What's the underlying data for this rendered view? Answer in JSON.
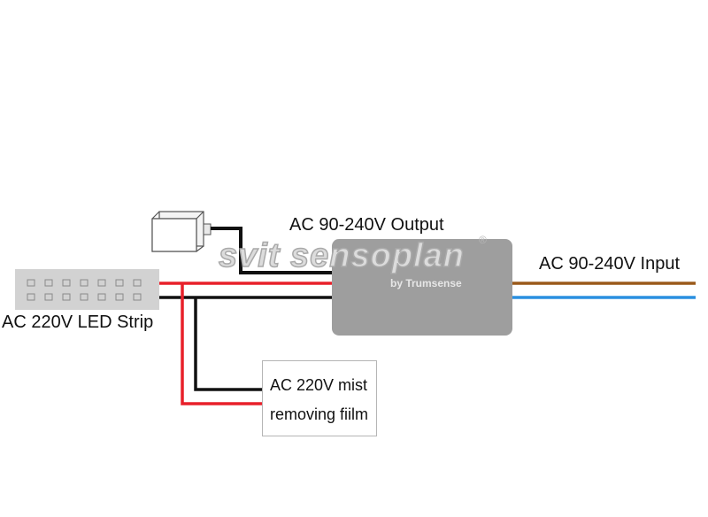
{
  "labels": {
    "output": "AC 90-240V Output",
    "input": "AC 90-240V Input",
    "led_strip": "AC 220V LED Strip",
    "film_line1": "AC 220V mist",
    "film_line2": "removing fiilm"
  },
  "brand": {
    "name": "svit sensoplan",
    "registered": "®",
    "sub": "by Trumsense"
  },
  "colors": {
    "live_wire": "#e8202a",
    "neutral_wire": "#111111",
    "input_brown": "#9a5a1a",
    "input_blue": "#2a8fe0",
    "controller_body": "#9e9e9e",
    "led_strip_body": "#d2d2d2"
  }
}
